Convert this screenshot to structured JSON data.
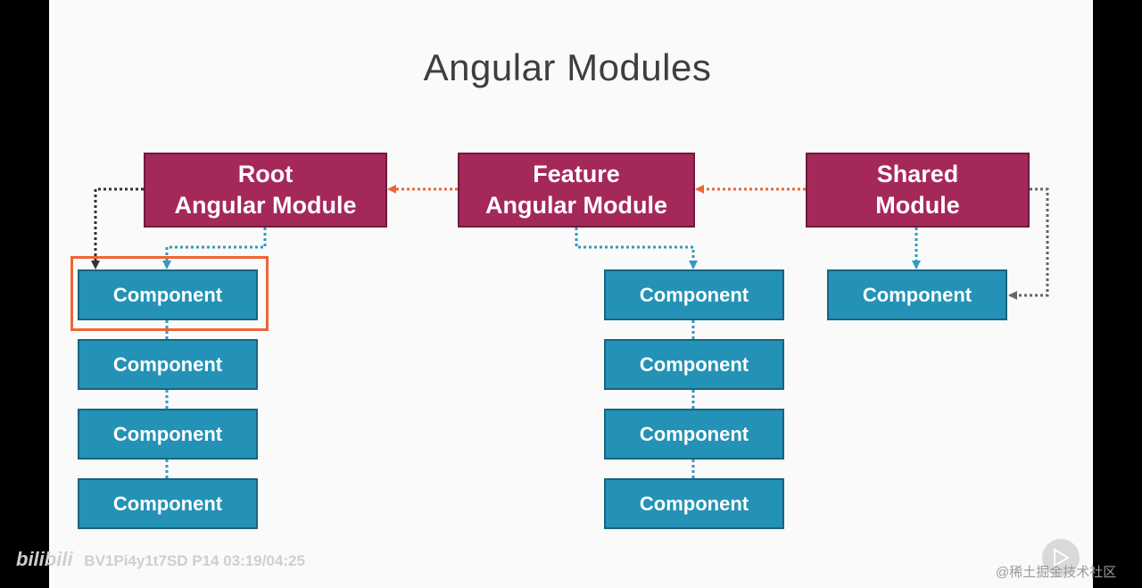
{
  "title": "Angular Modules",
  "modules": {
    "root": [
      "Root",
      "Angular Module"
    ],
    "feature": [
      "Feature",
      "Angular Module"
    ],
    "shared": [
      "Shared",
      "Module"
    ]
  },
  "component_label": "Component",
  "colors": {
    "module_fill": "#a5285a",
    "component_fill": "#2492b6",
    "import_arrow": "#ec6636",
    "declare_link": "#2e9bbf",
    "highlight": "#ec6636"
  },
  "overlay": {
    "logo": "bilibili",
    "video_code": "BV1Pi4y1t7SD P14 03:19/04:25",
    "site": "@稀土掘金技术社区"
  }
}
